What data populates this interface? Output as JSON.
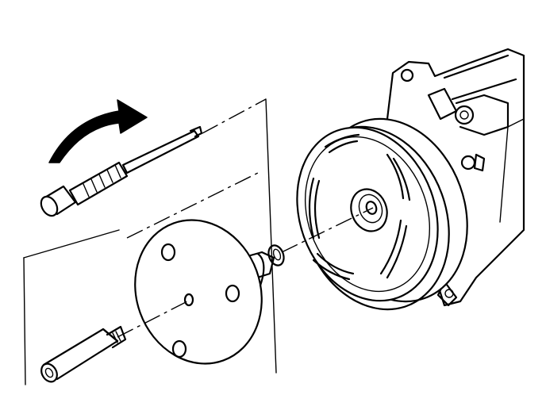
{
  "figure": {
    "kind": "exploded-view line illustration",
    "parts": [
      "tool-handle-bolt",
      "holder-plate",
      "washer",
      "compressor-clutch-pulley",
      "compressor-body",
      "threaded-adapter"
    ],
    "line_color": "#000000",
    "background": "#ffffff"
  }
}
